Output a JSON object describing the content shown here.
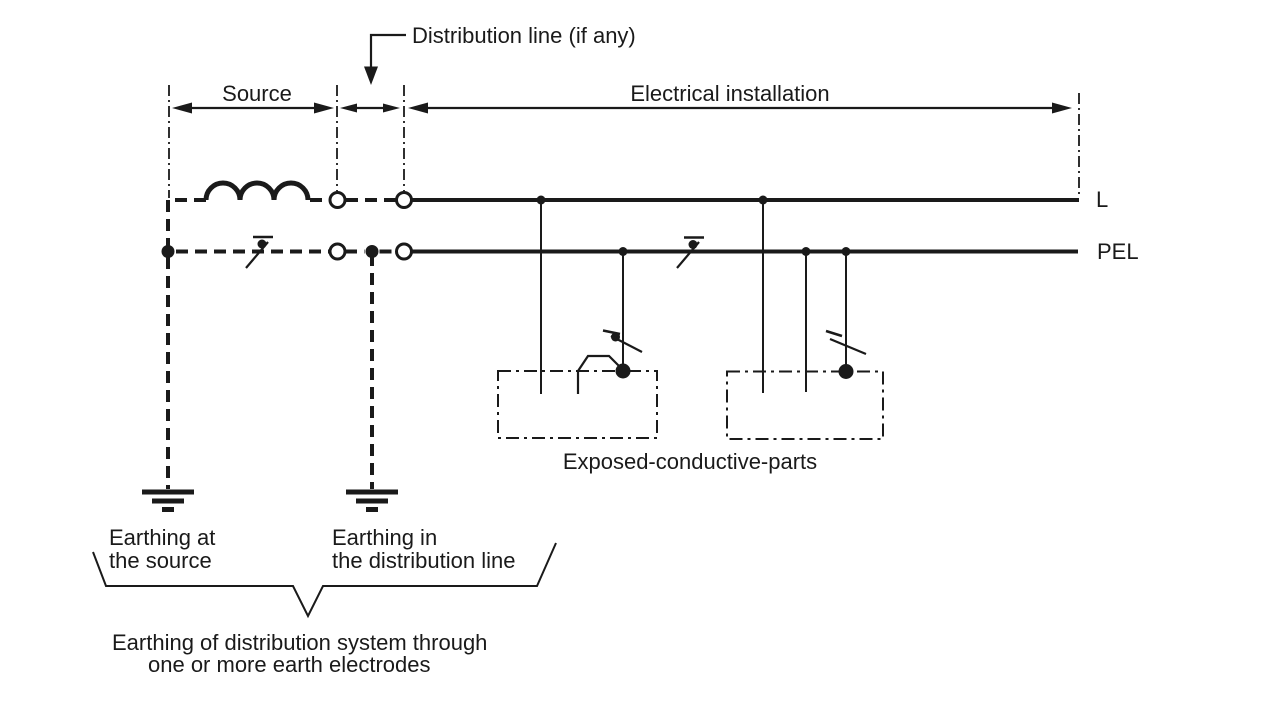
{
  "page": {
    "background": "#ffffff",
    "ink_color": "#1a1a1a"
  },
  "annotations": {
    "distribution_line_note": "Distribution line (if any)",
    "source_region": "Source",
    "installation_region": "Electrical installation",
    "line_conductor": "L",
    "pel_conductor": "PEL",
    "exposed_parts": "Exposed-conductive-parts",
    "earthing_source": {
      "line1": "Earthing at",
      "line2": "the source"
    },
    "earthing_distribution": {
      "line1": "Earthing in",
      "line2": "the distribution line"
    },
    "earthing_system": {
      "line1": "Earthing of distribution system through",
      "line2": "one or more earth electrodes"
    }
  }
}
